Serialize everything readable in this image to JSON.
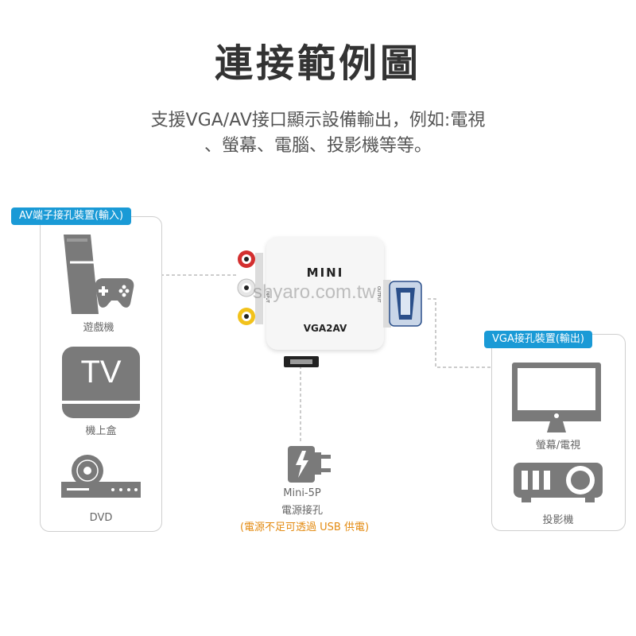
{
  "title": "連接範例圖",
  "subtitle": {
    "line1": "支援VGA/AV接口顯示設備輸出，例如:電視",
    "line2": "、螢幕、電腦、投影機等等。"
  },
  "left_panel": {
    "tag": "AV端子接孔裝置(輸入)",
    "items": [
      {
        "label": "遊戲機",
        "icon": "game-console-icon"
      },
      {
        "label": "機上盒",
        "icon": "tv-box-icon",
        "icon_text": "TV"
      },
      {
        "label": "DVD",
        "icon": "dvd-player-icon"
      }
    ]
  },
  "right_panel": {
    "tag": "VGA接孔裝置(輸出)",
    "items": [
      {
        "label": "螢幕/電視",
        "icon": "monitor-icon"
      },
      {
        "label": "投影機",
        "icon": "projector-icon"
      }
    ]
  },
  "device": {
    "brand": "MINI",
    "model": "VGA2AV",
    "input_label": "INPUT",
    "output_label": "OUTPUT"
  },
  "power": {
    "line1": "Mini-5P",
    "line2": "電源接孔",
    "note": "(電源不足可透過 USB 供電)"
  },
  "watermark": "shyaro.com.tw",
  "colors": {
    "accent": "#1a9ad6",
    "icon_gray": "#7a7a7a",
    "orange_note": "#e38b12",
    "rca_red": "#d32f2f",
    "rca_yellow": "#f2c21b"
  }
}
